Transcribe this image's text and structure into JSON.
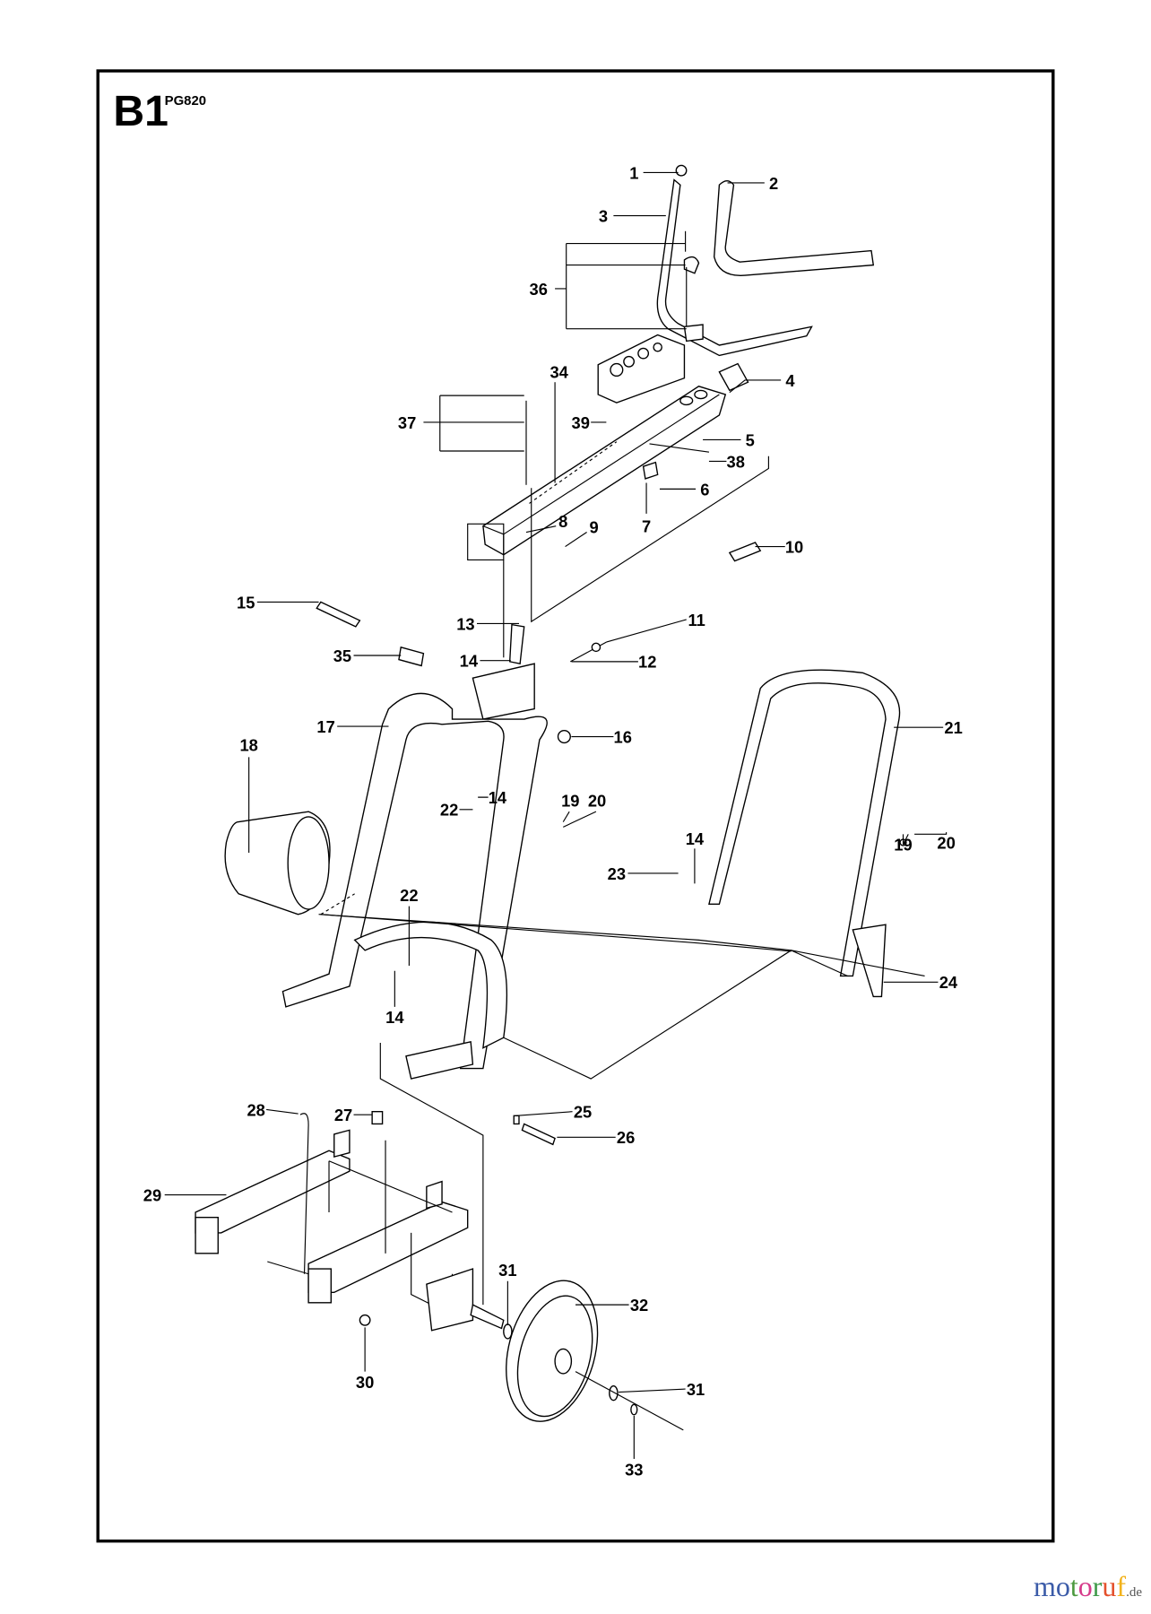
{
  "diagram": {
    "section": "B1",
    "model": "PG820",
    "callouts": [
      "1",
      "2",
      "3",
      "36",
      "34",
      "4",
      "37",
      "39",
      "5",
      "38",
      "6",
      "7",
      "8",
      "9",
      "10",
      "15",
      "11",
      "13",
      "14",
      "12",
      "35",
      "16",
      "17",
      "18",
      "21",
      "14",
      "22",
      "19",
      "20",
      "19",
      "20",
      "14",
      "23",
      "22",
      "14",
      "24",
      "25",
      "26",
      "28",
      "27",
      "29",
      "31",
      "32",
      "30",
      "31",
      "33"
    ]
  },
  "watermark": {
    "letters": [
      {
        "ch": "m",
        "color": "#3b5ba8"
      },
      {
        "ch": "o",
        "color": "#3b5ba8"
      },
      {
        "ch": "t",
        "color": "#4c9a3f"
      },
      {
        "ch": "o",
        "color": "#d63a8a"
      },
      {
        "ch": "r",
        "color": "#3f9a4a"
      },
      {
        "ch": "u",
        "color": "#e4502c"
      },
      {
        "ch": "f",
        "color": "#f2b21b"
      }
    ],
    "text": "motoruf",
    "suffix": ".de"
  }
}
